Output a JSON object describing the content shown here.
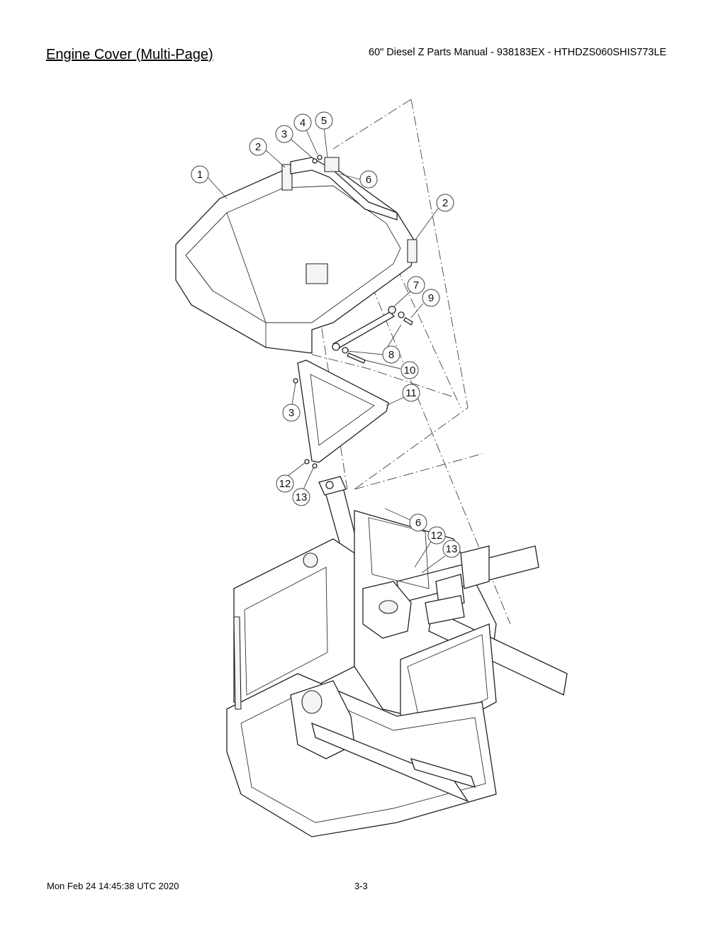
{
  "header": {
    "title": "Engine Cover (Multi-Page)",
    "manual": "60\" Diesel Z Parts Manual - 938183EX - HTHDZS060SHIS773LE"
  },
  "footer": {
    "date": "Mon Feb 24 14:45:38 UTC 2020",
    "page": "3-3"
  },
  "callouts": [
    "1",
    "2",
    "3",
    "4",
    "5",
    "6",
    "2",
    "7",
    "9",
    "8",
    "10",
    "11",
    "3",
    "12",
    "13",
    "6",
    "12",
    "13"
  ]
}
